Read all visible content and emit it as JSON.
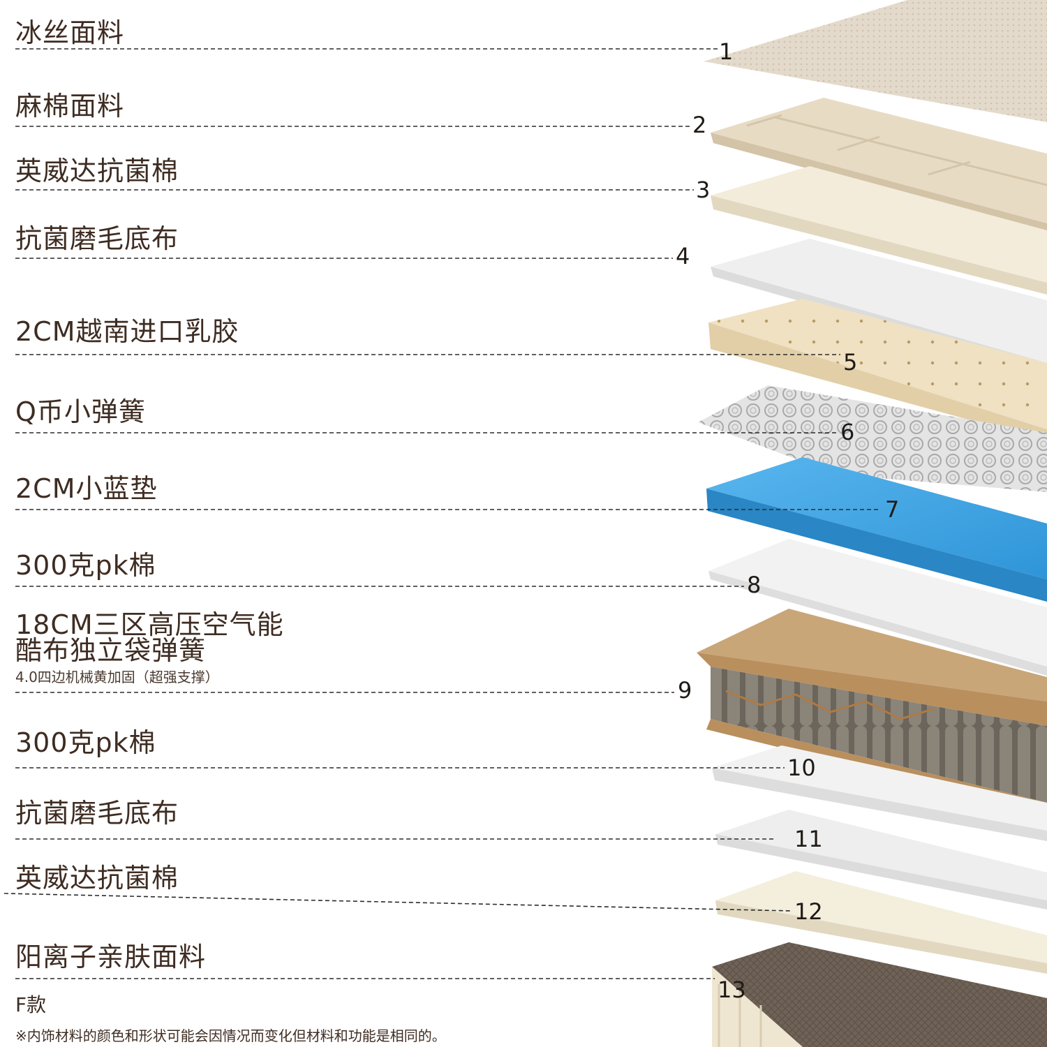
{
  "layers": [
    {
      "number": "1",
      "name": "冰丝面料"
    },
    {
      "number": "2",
      "name": "麻棉面料"
    },
    {
      "number": "3",
      "name": "英威达抗菌棉"
    },
    {
      "number": "4",
      "name": "抗菌磨毛底布"
    },
    {
      "number": "5",
      "name": "2CM越南进口乳胶"
    },
    {
      "number": "6",
      "name": "Q币小弹簧"
    },
    {
      "number": "7",
      "name": "2CM小蓝垫"
    },
    {
      "number": "8",
      "name": "300克pk棉"
    },
    {
      "number": "9",
      "name_line1": "18CM三区高压空气能",
      "name_line2": "酷布独立袋弹簧",
      "subtitle": "4.0四边机械黄加固（超强支撑）"
    },
    {
      "number": "10",
      "name": "300克pk棉"
    },
    {
      "number": "11",
      "name": "抗菌磨毛底布"
    },
    {
      "number": "12",
      "name": "英威达抗菌棉"
    },
    {
      "number": "13",
      "name": "阳离子亲肤面料"
    }
  ],
  "variant": "F款",
  "note": "※内饰材料的颜色和形状可能会因情况而变化但材料和功能是相同的。",
  "colors": {
    "text": "#3e2c22",
    "ice_silk": "#e6dccd",
    "linen": "#e8dcc6",
    "cotton": "#f1ead9",
    "brushed_cloth": "#eeeeee",
    "latex": "#efe1c2",
    "mini_spring": "#d8d8d8",
    "blue_pad": "#3aa6e6",
    "pk_cotton": "#f0f0f0",
    "spring_frame": "#c8a275",
    "cationic_fabric": "#6a5a4c"
  }
}
